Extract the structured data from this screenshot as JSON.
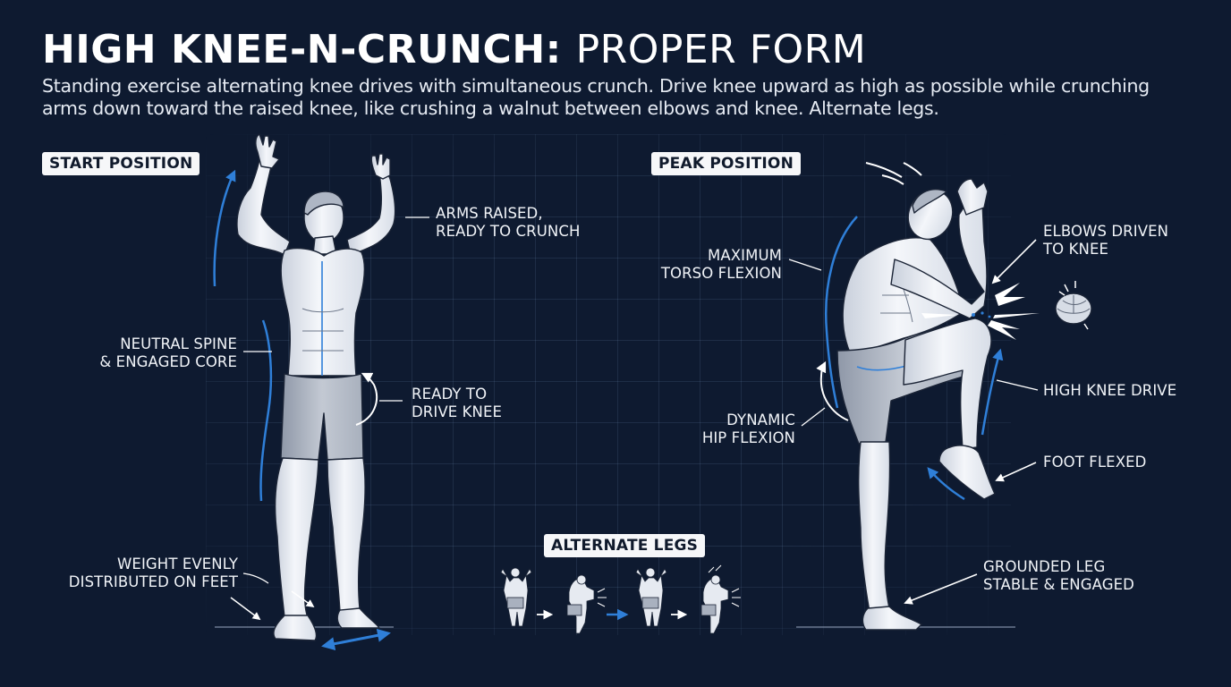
{
  "header": {
    "title_bold": "HIGH KNEE-N-CRUNCH:",
    "title_light": "PROPER FORM",
    "description": "Standing exercise alternating knee drives with simultaneous crunch. Drive knee upward as high as possible while crunching arms down toward the raised knee, like crushing a walnut between elbows and knee. Alternate legs."
  },
  "colors": {
    "background": "#0e1a30",
    "accent_blue": "#2f7fd8",
    "figure_skin": "#eef1f6",
    "figure_shorts": "#b9c0cc",
    "pill_bg": "#f6f7f9"
  },
  "start_position": {
    "badge": "START POSITION",
    "labels": {
      "arms": [
        "ARMS RAISED,",
        "READY TO CRUNCH"
      ],
      "spine": [
        "NEUTRAL SPINE",
        "& ENGAGED CORE"
      ],
      "knee": [
        "READY TO",
        "DRIVE KNEE"
      ],
      "feet": [
        "WEIGHT EVENLY",
        "DISTRIBUTED ON FEET"
      ]
    }
  },
  "peak_position": {
    "badge": "PEAK POSITION",
    "labels": {
      "torso": [
        "MAXIMUM",
        "TORSO FLEXION"
      ],
      "elbows": [
        "ELBOWS DRIVEN",
        "TO KNEE"
      ],
      "knee": [
        "HIGH KNEE DRIVE"
      ],
      "hip": [
        "DYNAMIC",
        "HIP FLEXION"
      ],
      "foot": [
        "FOOT FLEXED"
      ],
      "grounded": [
        "GROUNDED LEG",
        "STABLE & ENGAGED"
      ]
    }
  },
  "sequence": {
    "badge": "ALTERNATE LEGS",
    "steps": [
      "start",
      "peak",
      "start",
      "peak"
    ],
    "arrows": [
      "white",
      "blue",
      "white"
    ]
  }
}
